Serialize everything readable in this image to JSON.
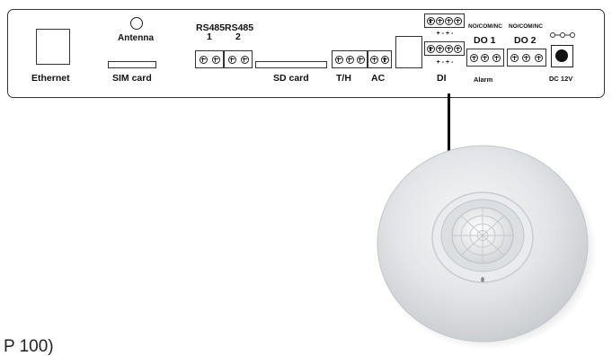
{
  "labels": {
    "ethernet": "Ethernet",
    "antenna": "Antenna",
    "sim_card": "SIM card",
    "rs485_a": "RS485",
    "rs485_a_num": "1",
    "rs485_b": "RS485",
    "rs485_b_num": "2",
    "sd_card": "SD card",
    "th": "T/H",
    "ac": "AC",
    "di": "DI",
    "alarm": "Alarm",
    "do1_header": "NO/COM/NC",
    "do1": "DO 1",
    "do2_header": "NO/COM/NC",
    "do2": "DO 2",
    "dc": "DC 12V",
    "di_signs_top": "+ - + -",
    "di_signs_bottom": "+ - + -"
  },
  "caption": "P 100)",
  "icons": [
    "ethernet-port-icon",
    "antenna-icon",
    "dc-jack-icon",
    "pir-motion-sensor-icon"
  ]
}
